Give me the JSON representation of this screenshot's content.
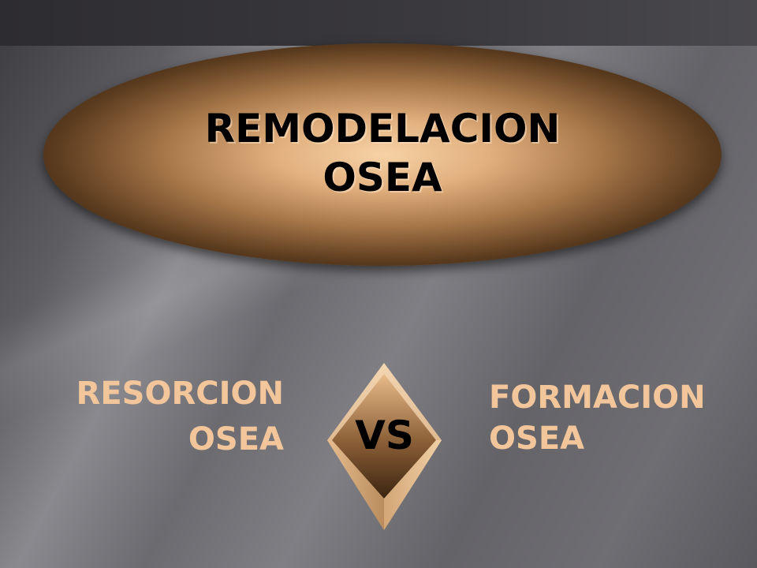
{
  "slide": {
    "title_line1": "REMODELACION",
    "title_line2": "OSEA",
    "left_line1": "RESORCION",
    "left_line2": "OSEA",
    "center_label": "VS",
    "right_line1": "FORMACION",
    "right_line2": "OSEA"
  },
  "colors": {
    "label_color": "#f2c69a",
    "title_text_color": "#000000",
    "ellipse_center": "#f6d2a6",
    "ellipse_edge": "#120b05"
  }
}
